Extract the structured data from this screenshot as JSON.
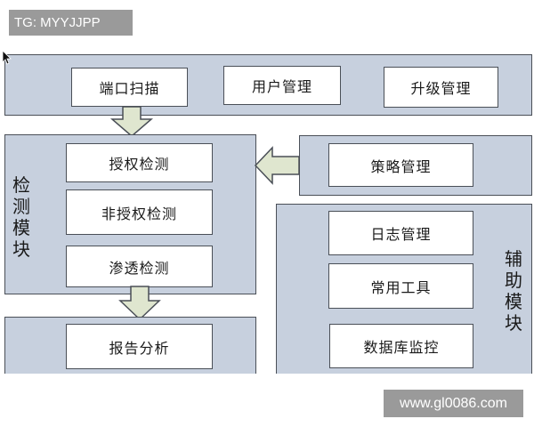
{
  "watermark_top": "TG: MYYJJPP",
  "watermark_bottom": "www.gl0086.com",
  "top_row": {
    "boxes": [
      "端口扫描",
      "用户管理",
      "升级管理"
    ]
  },
  "detection_module": {
    "label": "检测模块",
    "boxes": [
      "授权检测",
      "非授权检测",
      "渗透检测"
    ]
  },
  "strategy": {
    "box": "策略管理"
  },
  "auxiliary_module": {
    "label": "辅助模块",
    "boxes": [
      "日志管理",
      "常用工具",
      "数据库监控"
    ]
  },
  "report": {
    "box": "报告分析"
  },
  "colors": {
    "panel_fill": "#c7d0de",
    "border": "#4a4f57",
    "arrow_fill": "#dfe6cf"
  }
}
